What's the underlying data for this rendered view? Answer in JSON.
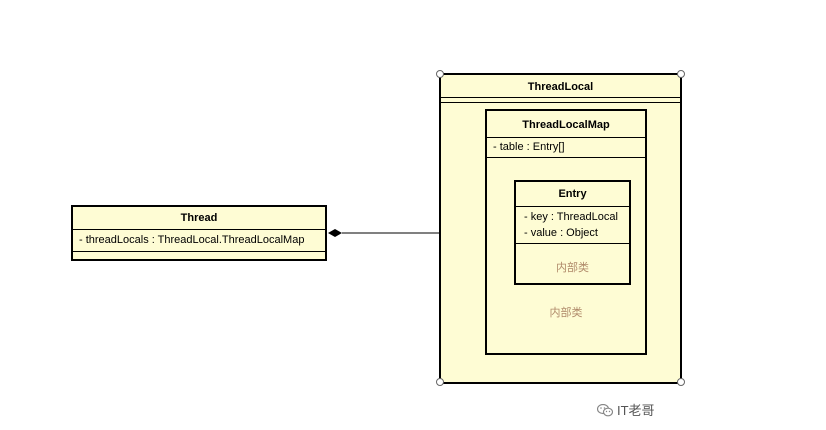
{
  "thread": {
    "title": "Thread",
    "attributes": [
      "- threadLocals : ThreadLocal.ThreadLocalMap"
    ]
  },
  "thread_local": {
    "title": "ThreadLocal"
  },
  "thread_local_map": {
    "title": "ThreadLocalMap",
    "attributes": [
      "- table : Entry[]"
    ],
    "note": "内部类"
  },
  "entry": {
    "title": "Entry",
    "attributes": [
      "- key : ThreadLocal",
      "- value : Object"
    ],
    "note": "内部类"
  },
  "watermark": {
    "text": "IT老哥",
    "icon": "wechat-icon"
  },
  "colors": {
    "class_fill": "#fefcd4",
    "border": "#000000",
    "note_text": "#b08a6a"
  }
}
